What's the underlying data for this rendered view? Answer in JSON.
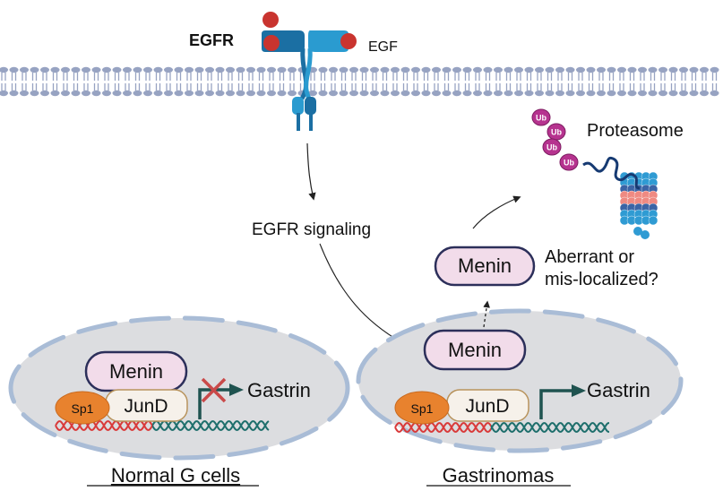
{
  "membrane": {
    "receptor_label": "EGFR",
    "ligand_label": "EGF"
  },
  "signaling": {
    "label": "EGFR signaling"
  },
  "degradation": {
    "ubiquitin_tag": "Ub",
    "ubiquitin_count": 4,
    "proteasome_label": "Proteasome",
    "menin_label": "Menin",
    "question_line1": "Aberrant or",
    "question_line2": "mis-localized?"
  },
  "cells": [
    {
      "name": "Normal G cells",
      "menin_label": "Menin",
      "sp1_label": "Sp1",
      "jund_label": "JunD",
      "gene_label": "Gastrin",
      "transcription_blocked": true
    },
    {
      "name": "Gastrinomas",
      "menin_label": "Menin",
      "sp1_label": "Sp1",
      "jund_label": "JunD",
      "gene_label": "Gastrin",
      "transcription_blocked": false
    }
  ],
  "colors": {
    "receptor_dark": "#1b6fa3",
    "receptor_light": "#2a9bd0",
    "ligand": "#c9342f",
    "membrane": "#97a3c2",
    "menin_fill": "#f2dcea",
    "menin_stroke": "#2c2f5a",
    "sp1_fill": "#e8822e",
    "jund_fill": "#f6f1ea",
    "jund_stroke": "#b8935c",
    "dna_red": "#d93a3a",
    "dna_teal": "#1e6f6c",
    "arrow_teal": "#1f5350",
    "nucleus_fill": "#dcdde0",
    "nucleus_edge": "#a9bcd6",
    "ub_fill": "#b6338f",
    "proteasome_blue": "#2f9bd3",
    "proteasome_dark": "#3b64a5",
    "proteasome_pink": "#ef8a82",
    "substrate": "#163a72"
  }
}
